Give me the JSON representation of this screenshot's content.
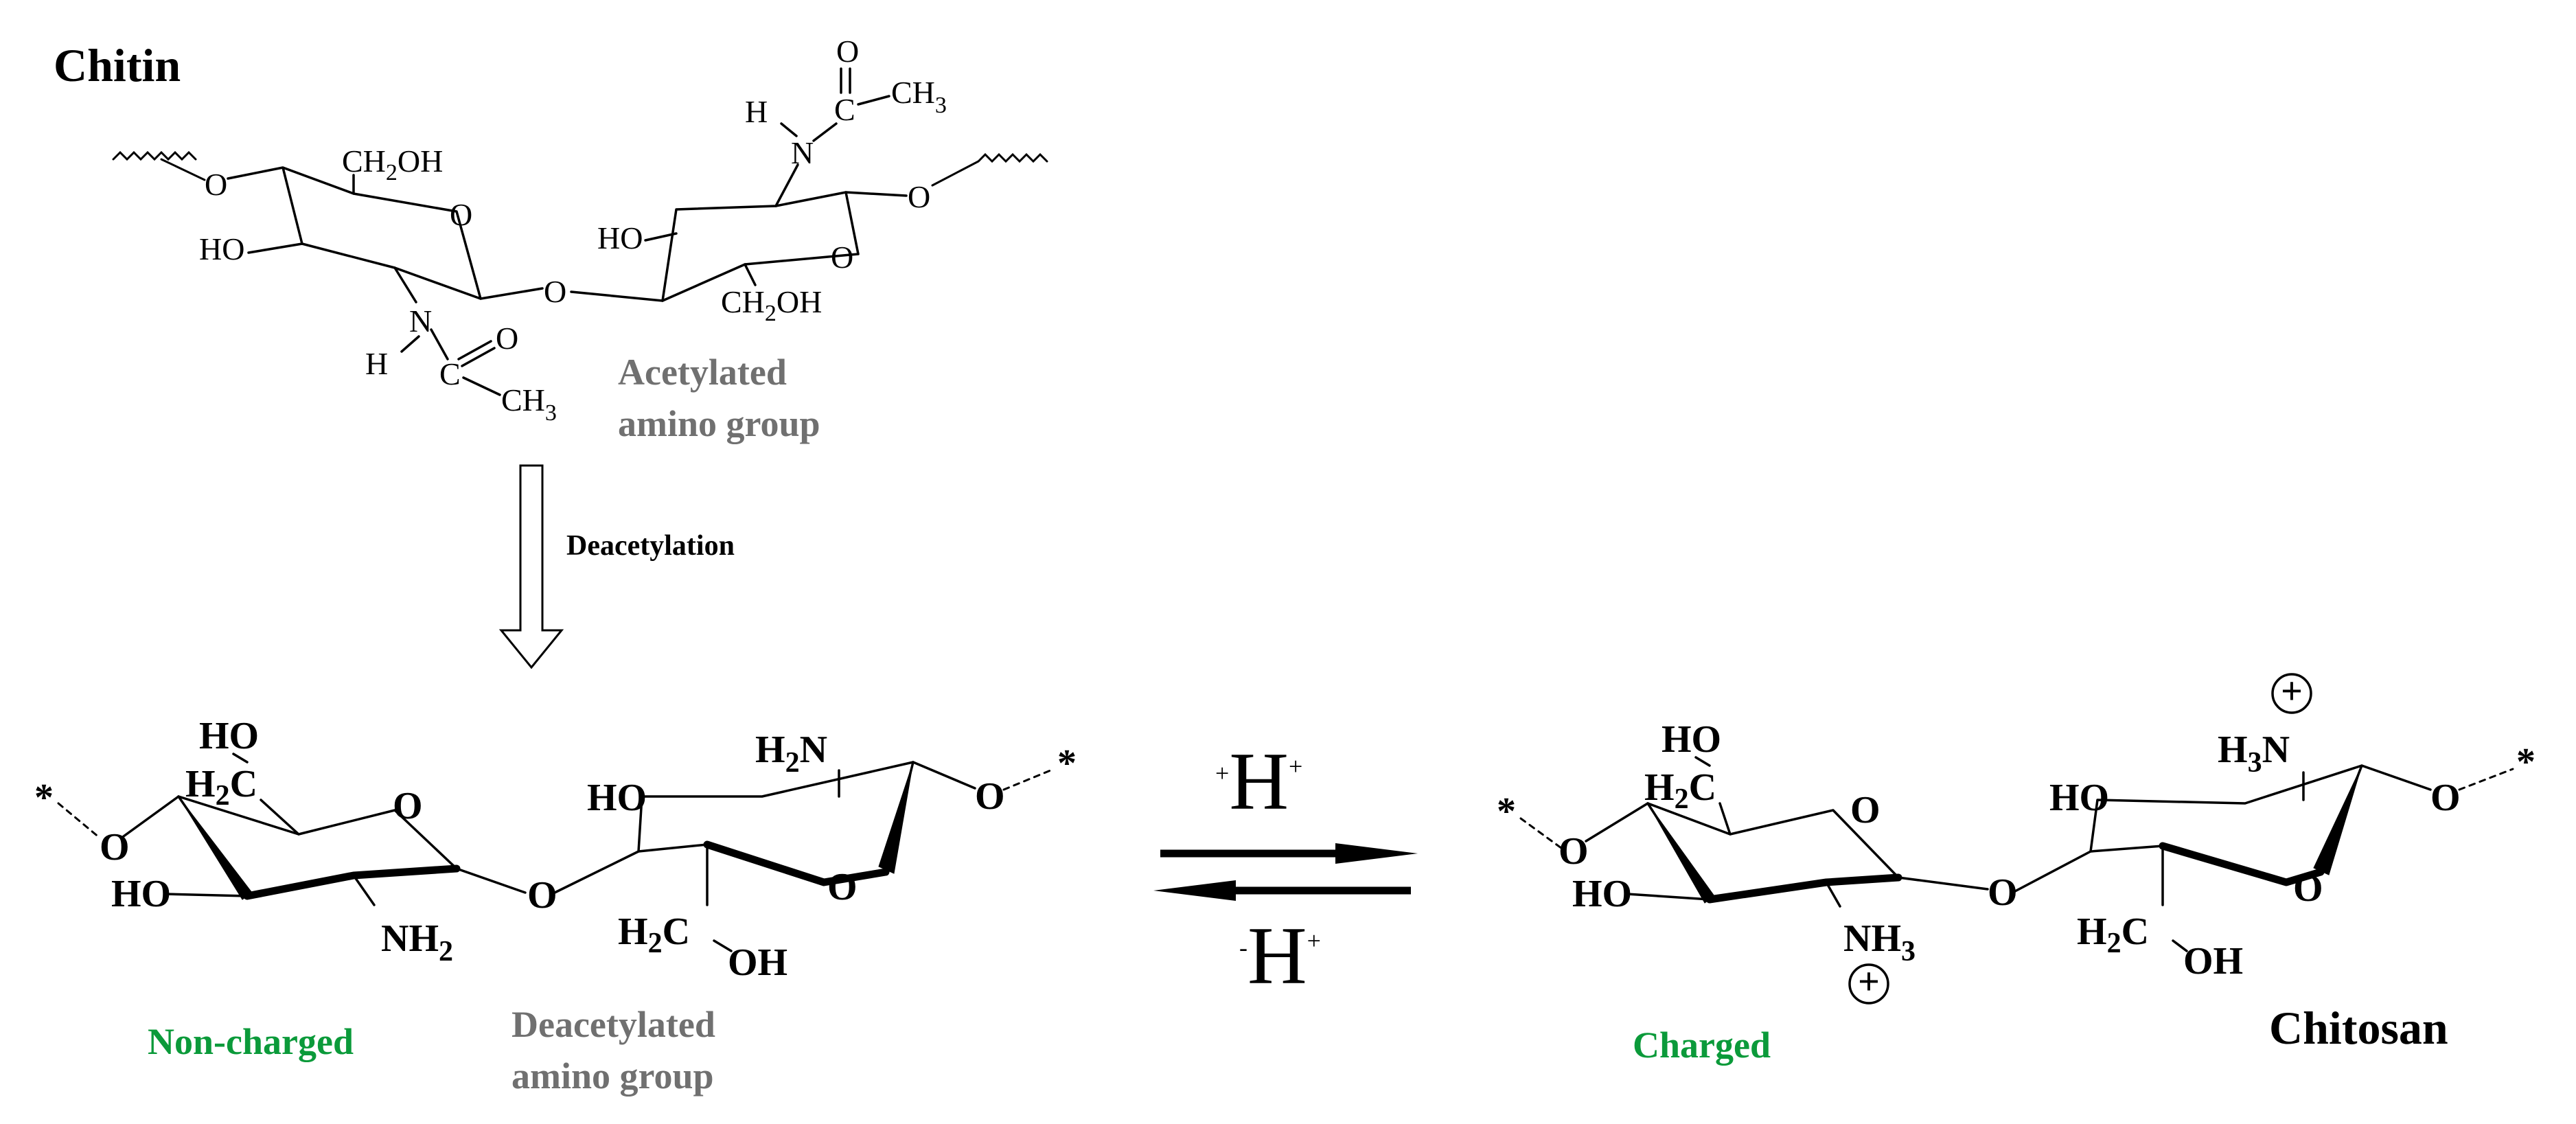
{
  "chitin": {
    "title": "Chitin",
    "annotation_line1": "Acetylated",
    "annotation_line2": "amino group",
    "groups": {
      "ch2oh": [
        "CH",
        "2",
        "OH"
      ],
      "ho": "HO",
      "o": "O",
      "n": "N",
      "h": "H",
      "c": "C",
      "ch3": [
        "CH",
        "3"
      ]
    }
  },
  "process": {
    "label": "Deacetylation"
  },
  "equilibrium": {
    "forward_label": [
      "+",
      "H",
      "+"
    ],
    "reverse_label": [
      "-",
      "H",
      "+"
    ]
  },
  "left_unit": {
    "state_label": "Non-charged",
    "annotation_line1": "Deacetylated",
    "annotation_line2": "amino group"
  },
  "right_unit": {
    "state_label": "Charged",
    "title": "Chitosan"
  },
  "structure_labels": {
    "ho": "HO",
    "h2c": [
      "H",
      "2",
      "C"
    ],
    "o": "O",
    "nh2": [
      "NH",
      "2"
    ],
    "h2n": [
      "H",
      "2",
      "N"
    ],
    "h3n": [
      "H",
      "3",
      "N"
    ],
    "nh3": [
      "NH",
      "3"
    ],
    "oh": "OH",
    "star": "*",
    "plus": "+"
  },
  "colors": {
    "annotation_grey": "#707070",
    "state_green": "#0b9a3a",
    "ink": "#000000"
  }
}
